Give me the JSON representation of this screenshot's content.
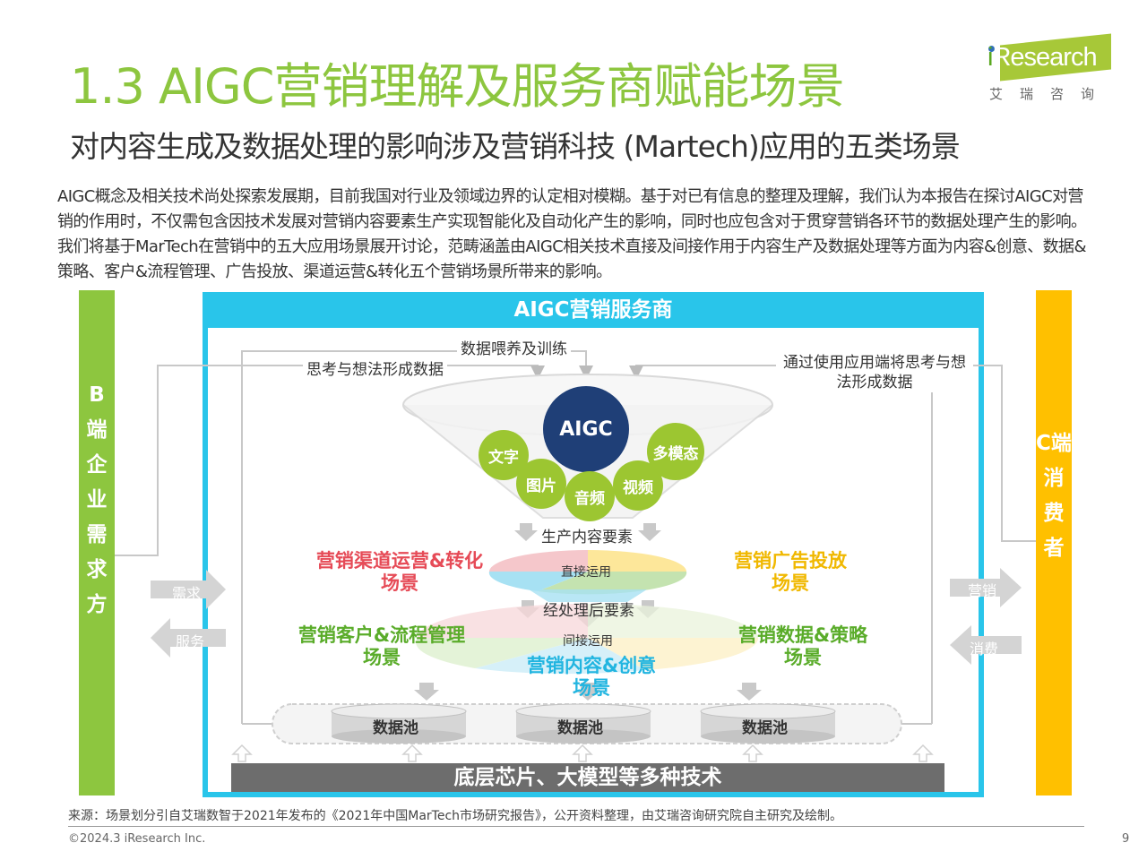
{
  "header": {
    "title": "1.3 AIGC营销理解及服务商赋能场景",
    "subtitle": "对内容生成及数据处理的影响涉及营销科技 (Martech)应用的五类场景",
    "logo_text": "Research",
    "logo_i": "i",
    "logo_cn": "艾瑞咨询"
  },
  "intro": "AIGC概念及相关技术尚处探索发展期，目前我国对行业及领域边界的认定相对模糊。基于对已有信息的整理及理解，我们认为本报告在探讨AIGC对营销的作用时，不仅需包含因技术发展对营销内容要素生产实现智能化及自动化产生的影响，同时也应包含对于贯穿营销各环节的数据处理产生的影响。我们将基于MarTech在营销中的五大应用场景展开讨论，范畴涵盖由AIGC相关技术直接及间接作用于内容生产及数据处理等方面为内容&创意、数据&策略、客户&流程管理、广告投放、渠道运营&转化五个营销场景所带来的影响。",
  "diagram": {
    "left_bar": "B端企业需求方",
    "right_bar": "C端消费者",
    "frame_title": "AIGC营销服务商",
    "data_feed": "数据喂养及训练",
    "thinking_left": "思考与想法形成数据",
    "thinking_right": "通过使用应用端将思考与想法形成数据",
    "aigc": "AIGC",
    "modalities": [
      "文字",
      "图片",
      "音频",
      "视频",
      "多模态"
    ],
    "produce": "生产内容要素",
    "direct": "直接运用",
    "processed": "经处理后要素",
    "indirect": "间接运用",
    "scenes": {
      "channel": "营销渠道运营&转化场景",
      "ads": "营销广告投放场景",
      "customer": "营销客户&流程管理场景",
      "data": "营销数据&策略场景",
      "content": "营销内容&创意场景"
    },
    "arrows": {
      "demand": "需求",
      "service": "服务",
      "marketing": "营销",
      "consume": "消费"
    },
    "pools": [
      "数据池",
      "数据池",
      "数据池"
    ],
    "bottom": "底层芯片、大模型等多种技术",
    "colors": {
      "green": "#8dc63f",
      "yellow": "#ffc000",
      "blue": "#29c5ea",
      "navy": "#1f3f77",
      "gray": "#6d6d6d"
    }
  },
  "footer": {
    "source": "来源：场景划分引自艾瑞数智于2021年发布的《2021年中国MarTech市场研究报告》，公开资料整理，由艾瑞咨询研究院自主研究及绘制。",
    "copyright": "©2024.3 iResearch Inc.",
    "page": "9"
  }
}
